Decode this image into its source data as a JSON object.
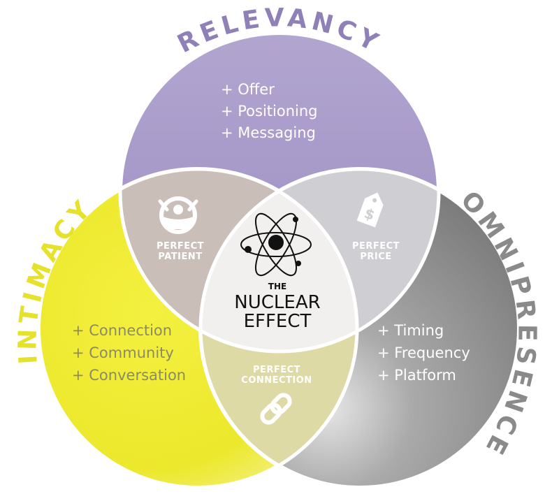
{
  "circles": {
    "top": {
      "title": "RELEVANCY",
      "color": "#a393c4",
      "title_color": "#8f80b8",
      "items": [
        "+ Offer",
        "+ Positioning",
        "+ Messaging"
      ]
    },
    "left": {
      "title": "INTIMACY",
      "color": "#eeea2e",
      "title_color": "#e6e12a",
      "items": [
        "+ Connection",
        "+ Community",
        "+ Conversation"
      ]
    },
    "right": {
      "title": "OMNIPRESENCE",
      "color": "#8d8d8d",
      "title_color": "#8a8a8a",
      "items": [
        "+ Timing",
        "+ Frequency",
        "+ Platform"
      ]
    }
  },
  "intersections": {
    "top_left": {
      "line1": "PERFECT",
      "line2": "PATIENT",
      "icon": "steering-wheel-icon"
    },
    "top_right": {
      "line1": "PERFECT",
      "line2": "PRICE",
      "icon": "price-tag-icon"
    },
    "bottom": {
      "line1": "PERFECT",
      "line2": "CONNECTION",
      "icon": "chain-link-icon"
    }
  },
  "center": {
    "the": "THE",
    "line1": "NUCLEAR",
    "line2": "EFFECT",
    "icon": "atom-icon"
  }
}
